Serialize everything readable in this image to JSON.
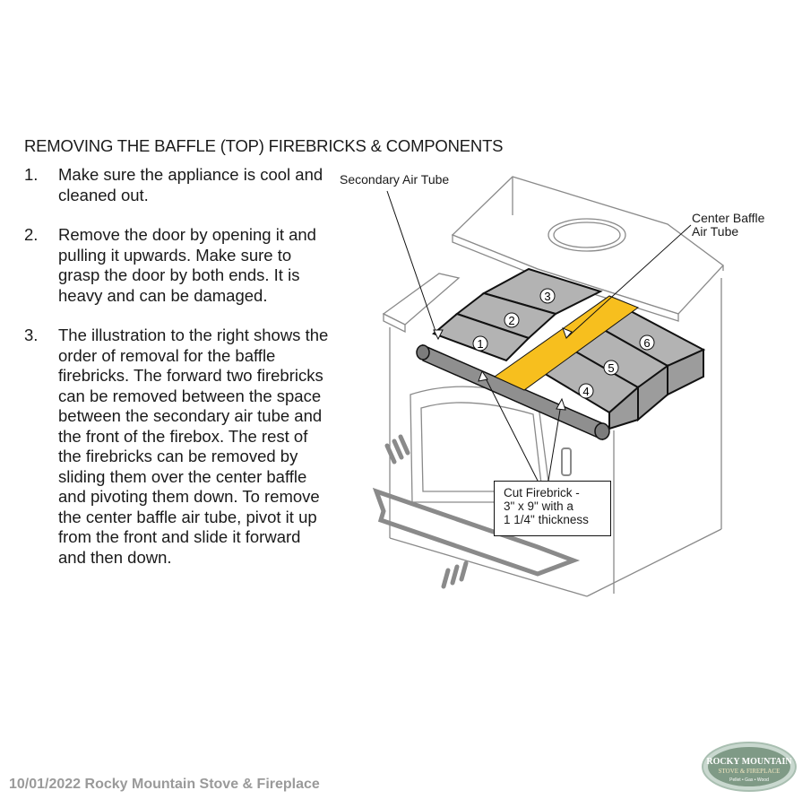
{
  "title": "REMOVING THE BAFFLE (TOP) FIREBRICKS & COMPONENTS",
  "steps": [
    {
      "num": "1.",
      "text": "Make sure the appliance is cool and cleaned out."
    },
    {
      "num": "2.",
      "text": "Remove the door by opening it and pulling it upwards.  Make sure to grasp the door by both ends.  It is heavy and can be damaged."
    },
    {
      "num": "3.",
      "text": "The illustration to the right shows the order of removal for the baffle firebricks.  The forward two firebricks can be removed between the space between the secondary air tube and the front of the firebox.  The rest of the firebricks can be removed by sliding them over the center baffle and pivoting them down.  To remove the center baffle air tube, pivot it up from the front and slide it forward and then down."
    }
  ],
  "diagram": {
    "label_secondary_air_tube": "Secondary Air Tube",
    "label_center_baffle_line1": "Center Baffle",
    "label_center_baffle_line2": "Air Tube",
    "callout_line1": "Cut Firebrick -",
    "callout_line2": "3\" x 9\" with a",
    "callout_line3": "1 1/4\" thickness",
    "brick_numbers": [
      "1",
      "2",
      "3",
      "4",
      "5",
      "6"
    ],
    "colors": {
      "firebrick": "#b3b3b3",
      "center_tube": "#f7bf1e",
      "outline": "#111111",
      "stove_line": "#8a8a8a"
    }
  },
  "footer": "10/01/2022  Rocky Mountain Stove & Fireplace",
  "logo": {
    "line1": "ROCKY MOUNTAIN",
    "line2": "STOVE & FIREPLACE",
    "line3": "Pellet • Gas • Wood"
  }
}
